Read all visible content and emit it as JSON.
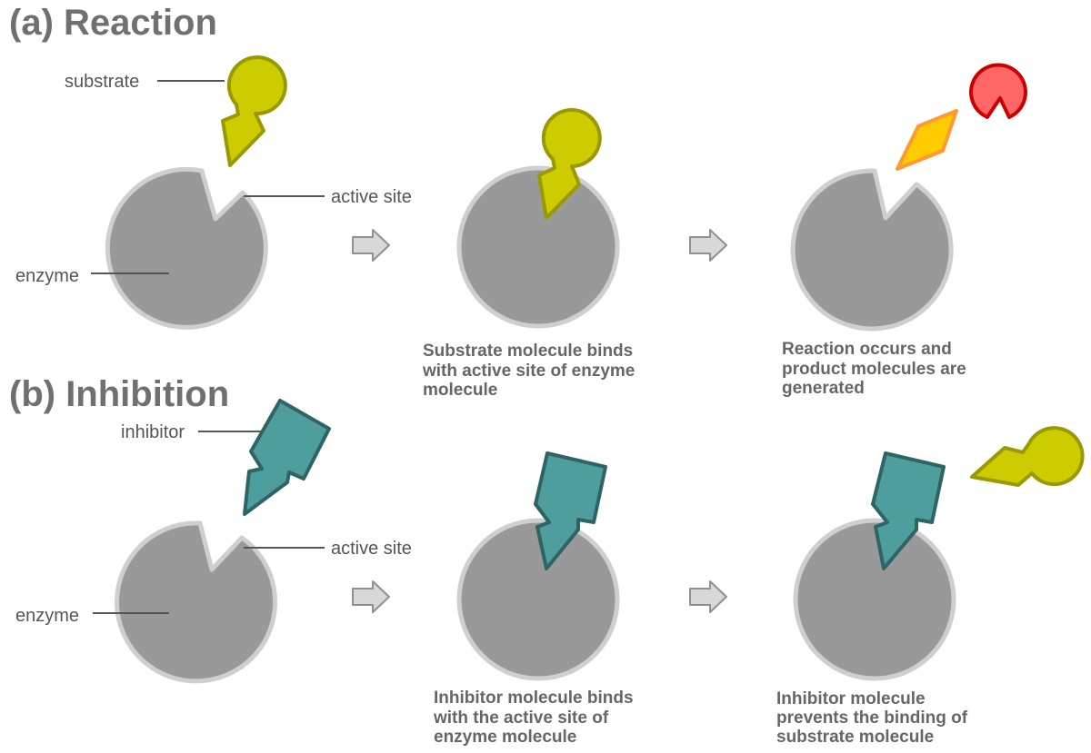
{
  "section_a": {
    "title": "(a) Reaction",
    "labels": {
      "substrate": "substrate",
      "active_site": "active site",
      "enzyme": "enzyme"
    },
    "caption_2": [
      "Substrate molecule binds",
      "with active site of enzyme",
      "molecule"
    ],
    "caption_3": [
      "Reaction occurs and",
      "product molecules are",
      "generated"
    ]
  },
  "section_b": {
    "title": "(b) Inhibition",
    "labels": {
      "inhibitor": "inhibitor",
      "active_site": "active site",
      "enzyme": "enzyme"
    },
    "caption_2": [
      "Inhibitor molecule binds",
      "with the active site of",
      "enzyme molecule"
    ],
    "caption_3": [
      "Inhibitor molecule",
      "prevents the binding of",
      "substrate molecule"
    ]
  },
  "colors": {
    "enzyme": "#999999",
    "substrate": "#cccc00",
    "inhibitor": "#4f9e9e",
    "product_diamond": "#ffcc00",
    "product_pacman": "#ff6666"
  }
}
